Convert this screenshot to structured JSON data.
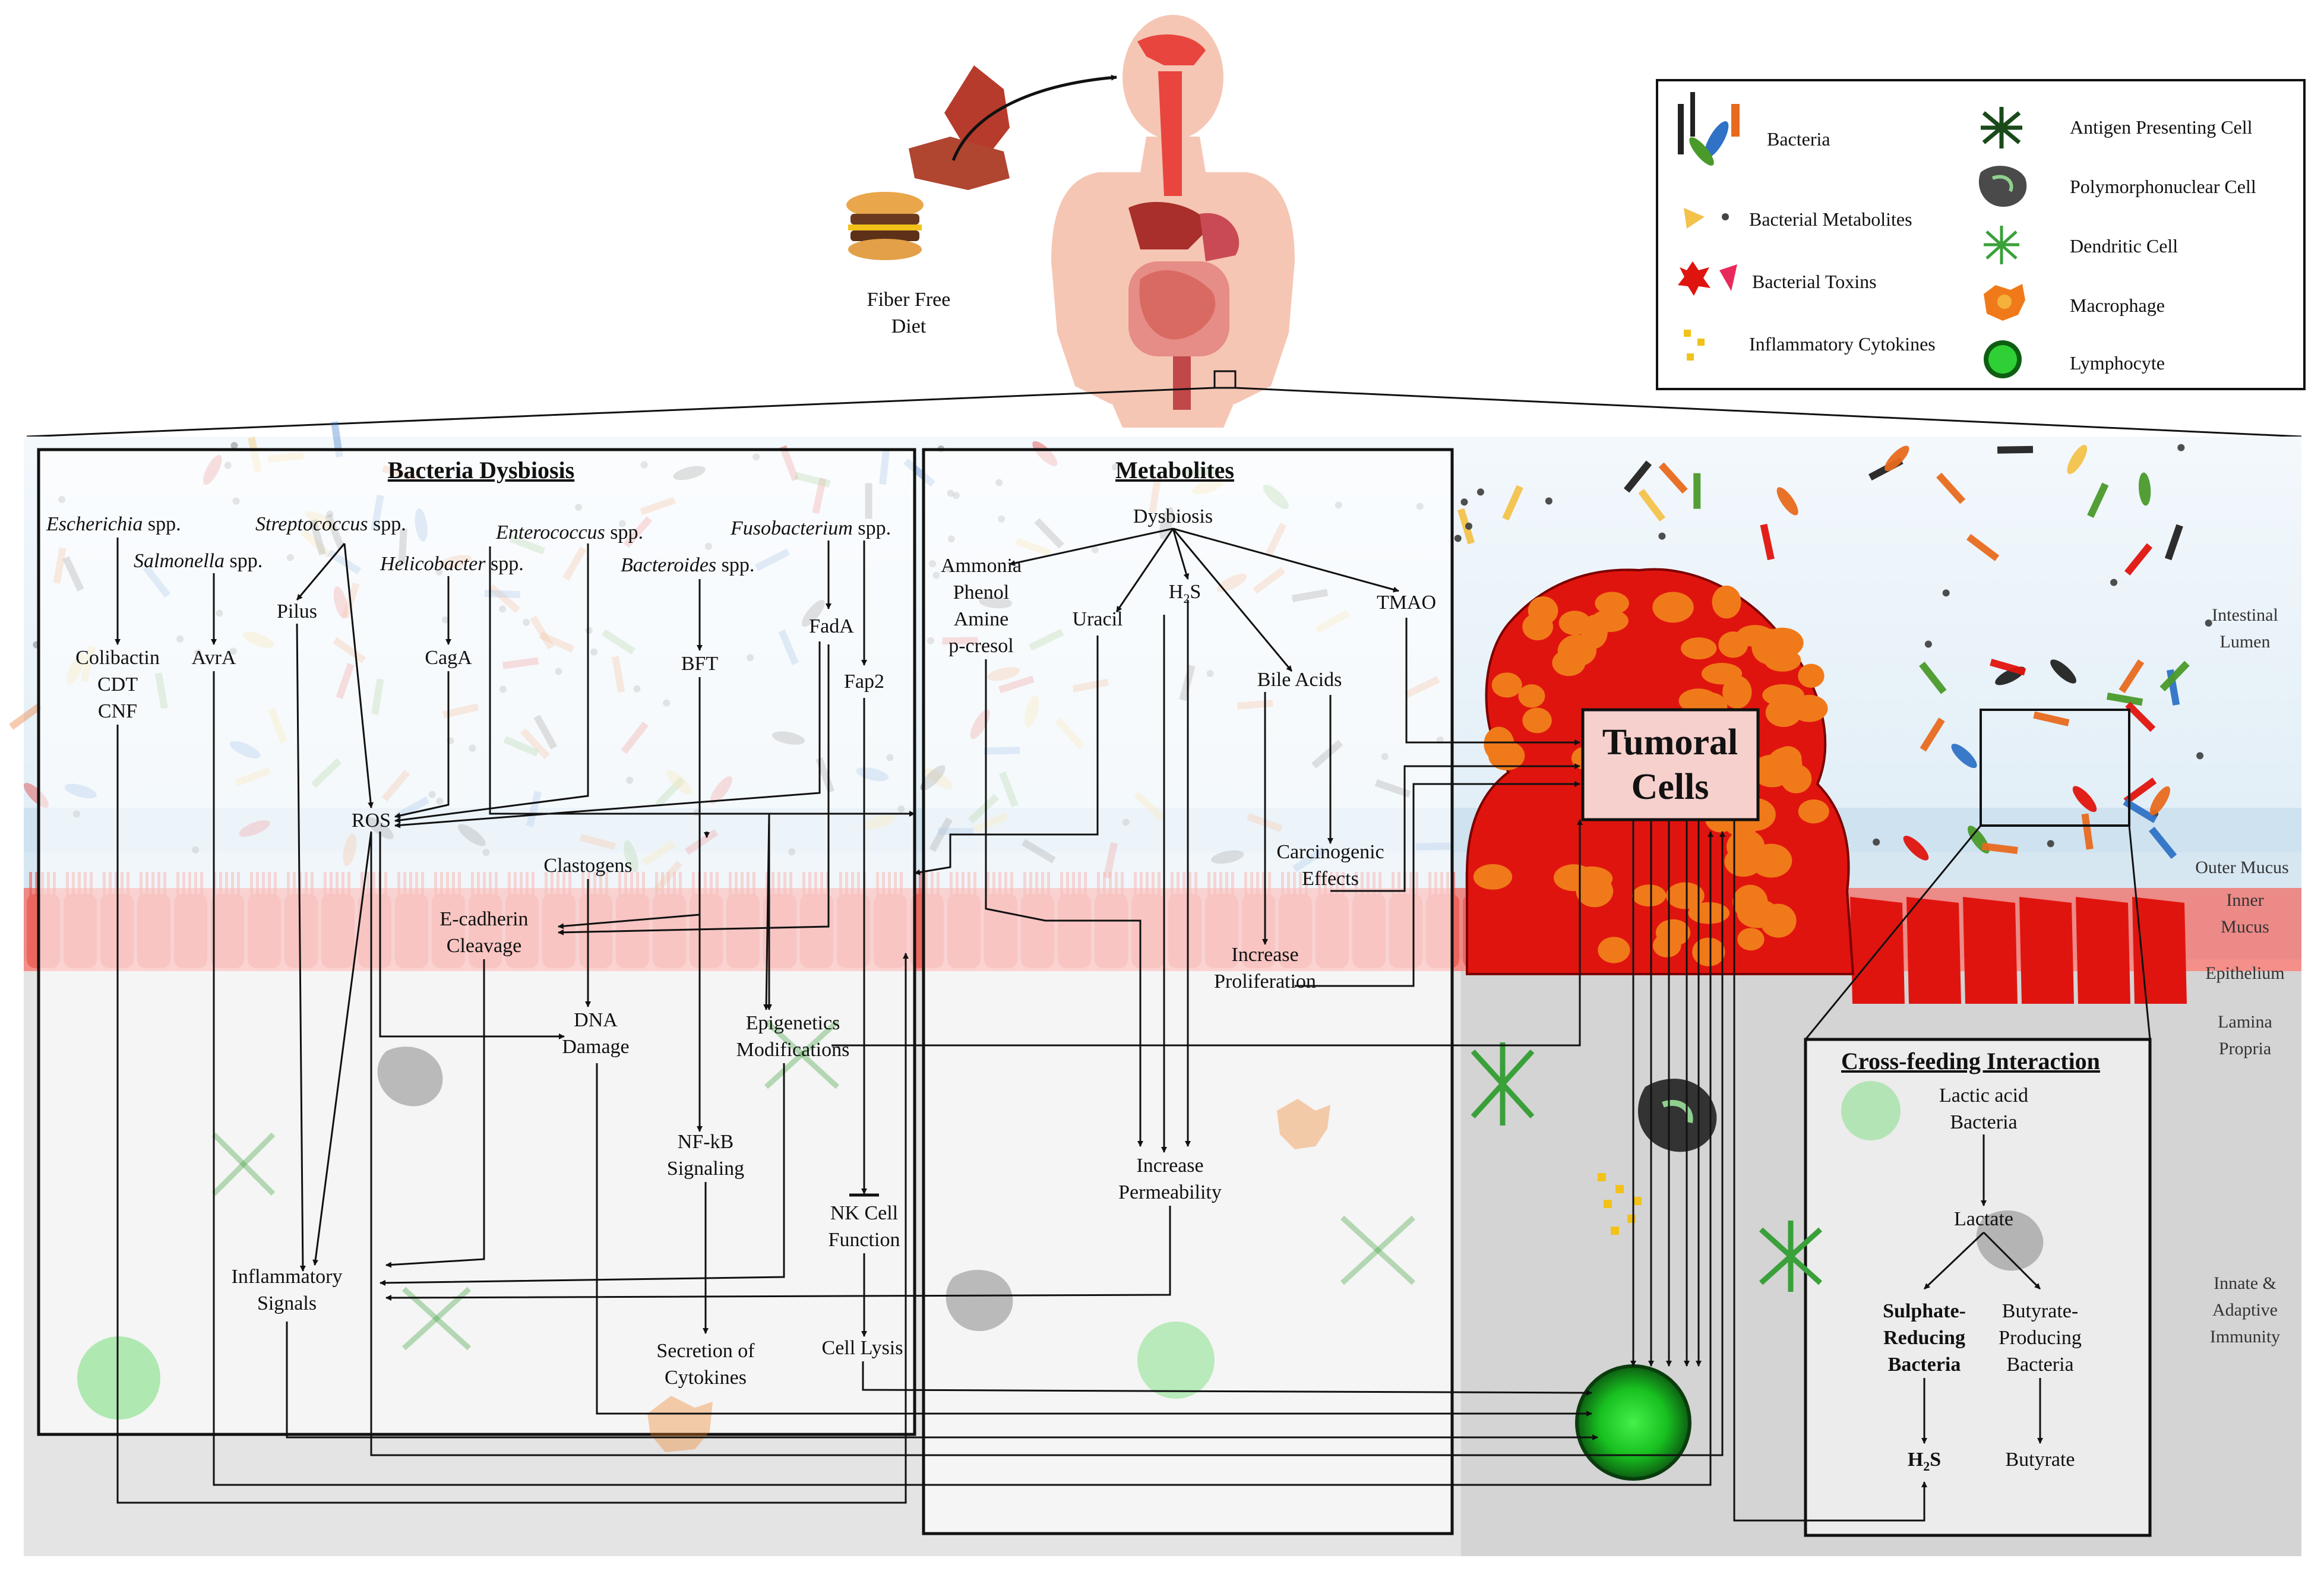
{
  "top": {
    "diet_label_1": "Fiber Free",
    "diet_label_2": "Diet"
  },
  "legend": {
    "bacteria": "Bacteria",
    "metabolites": "Bacterial Metabolites",
    "toxins": "Bacterial Toxins",
    "cytokines": "Inflammatory Cytokines",
    "apc": "Antigen Presenting Cell",
    "pmn": "Polymorphonuclear Cell",
    "dendritic": "Dendritic Cell",
    "macrophage": "Macrophage",
    "lymphocyte": "Lymphocyte"
  },
  "layers": {
    "lumen_1": "Intestinal",
    "lumen_2": "Lumen",
    "outer_mucus": "Outer Mucus",
    "inner_1": "Inner",
    "inner_2": "Mucus",
    "epithelium": "Epithelium",
    "lamina_1": "Lamina",
    "lamina_2": "Propria",
    "immunity_1": "Innate &",
    "immunity_2": "Adaptive",
    "immunity_3": "Immunity"
  },
  "tumor": {
    "line1": "Tumoral",
    "line2": "Cells"
  },
  "dysbiosis": {
    "title": "Bacteria Dysbiosis",
    "escherichia_genus": "Escherichia",
    "escherichia_spp": " spp.",
    "streptococcus_genus": "Streptococcus",
    "streptococcus_spp": " spp.",
    "enterococcus_genus": "Enterococcus",
    "enterococcus_spp": " spp.",
    "fusobacterium_genus": "Fusobacterium",
    "fusobacterium_spp": " spp.",
    "salmonella_genus": "Salmonella",
    "salmonella_spp": " spp.",
    "helicobacter_genus": "Helicobacter",
    "helicobacter_spp": " spp.",
    "bacteroides_genus": "Bacteroides",
    "bacteroides_spp": " spp.",
    "pilus": "Pilus",
    "colibactin": "Colibactin",
    "cdt": "CDT",
    "cnf": "CNF",
    "avra": "AvrA",
    "caga": "CagA",
    "bft": "BFT",
    "fada": "FadA",
    "fap2": "Fap2",
    "ros": "ROS",
    "clastogens": "Clastogens",
    "ecadherin_1": "E-cadherin",
    "ecadherin_2": "Cleavage",
    "dna_1": "DNA",
    "dna_2": "Damage",
    "epigenetics_1": "Epigenetics",
    "epigenetics_2": "Modifications",
    "nfkb_1": "NF-kB",
    "nfkb_2": "Signaling",
    "nk_1": "NK Cell",
    "nk_2": "Function",
    "inflammatory_1": "Inflammatory",
    "inflammatory_2": "Signals",
    "secretion_1": "Secretion of",
    "secretion_2": "Cytokines",
    "lysis": "Cell Lysis"
  },
  "metabolites": {
    "title": "Metabolites",
    "dysbiosis": "Dysbiosis",
    "ammonia": "Ammonia",
    "phenol": "Phenol",
    "amine": "Amine",
    "pcresol": "p-cresol",
    "uracil": "Uracil",
    "h2s_main": "H",
    "h2s_sub": "2",
    "h2s_end": "S",
    "tmao": "TMAO",
    "bile": "Bile Acids",
    "carcino_1": "Carcinogenic",
    "carcino_2": "Effects",
    "prolif_1": "Increase",
    "prolif_2": "Proliferation",
    "perm_1": "Increase",
    "perm_2": "Permeability"
  },
  "crossfeeding": {
    "title": "Cross-feeding Interaction",
    "lactic_1": "Lactic acid",
    "lactic_2": "Bacteria",
    "lactate": "Lactate",
    "srb_1": "Sulphate-",
    "srb_2": "Reducing",
    "srb_3": "Bacteria",
    "bpb_1": "Butyrate-",
    "bpb_2": "Producing",
    "bpb_3": "Bacteria",
    "h2s_main": "H",
    "h2s_sub": "2",
    "h2s_end": "S",
    "butyrate": "Butyrate"
  },
  "colors": {
    "tumor_red": "#e0140e",
    "tumor_orange": "#f07a1a",
    "epithelium": "#f06a62",
    "lumen": "#e8f3fa",
    "lamina": "#e6e6e6",
    "lymphocyte": "#21c42a",
    "dendritic": "#3aa03a"
  }
}
